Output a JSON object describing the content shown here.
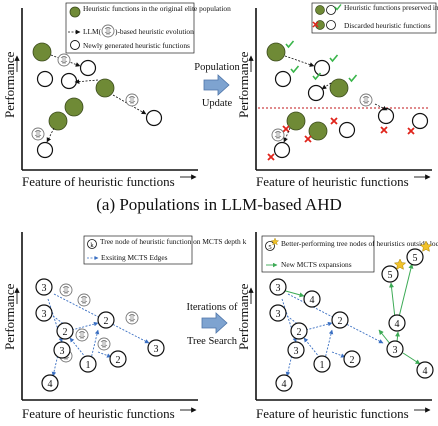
{
  "colors": {
    "olive": "#6f8a36",
    "olive_stroke": "#3a4a1c",
    "check": "#39b54a",
    "cross": "#e0241b",
    "dashed_red": "#c0161a",
    "blue_edge": "#3a6fc2",
    "green_edge": "#3caa55",
    "arrow_fill": "#7ea3d0",
    "star": "#f2c22a"
  },
  "panel_a": {
    "left": {
      "y_label": "Performance",
      "x_label": "Feature of heuristic functions",
      "legend": {
        "original_elite": "Heuristic functions in the original elite population",
        "llm_prefix": "LLM(",
        "llm_suffix": ")-based heuristic evolution",
        "new_generated": "Newly generated heuristic functions"
      }
    },
    "middle": {
      "line1": "Population",
      "line2": "Update"
    },
    "right": {
      "y_label": "Performance",
      "x_label": "Feature of heuristic functions",
      "legend": {
        "preserved": "Heuristic functions preserved in the updated elite population",
        "discarded": "Discarded heuristic functions"
      }
    },
    "caption": "(a) Populations in LLM-based AHD"
  },
  "panel_b": {
    "left": {
      "y_label": "Performance",
      "x_label": "Feature of heuristic functions",
      "legend": {
        "tree_node_symbol": "k",
        "tree_node": "Tree node of heuristic function on MCTS depth k",
        "mcts_edges": "Exsiting MCTS Edges"
      },
      "nodes": [
        "3",
        "3",
        "2",
        "2",
        "3",
        "1",
        "2",
        "3",
        "4"
      ]
    },
    "middle": {
      "line1": "Iterations of",
      "line2": "Tree Search"
    },
    "right": {
      "y_label": "Performance",
      "x_label": "Feature of heuristic functions",
      "legend": {
        "better_symbol": "5",
        "better": "Better-performing tree nodes of heuristics outside local optima",
        "new_expansions": "New MCTS expansions"
      },
      "nodes": [
        "3",
        "4",
        "3",
        "2",
        "2",
        "3",
        "1",
        "2",
        "3",
        "4",
        "4",
        "4",
        "5",
        "5"
      ]
    }
  }
}
